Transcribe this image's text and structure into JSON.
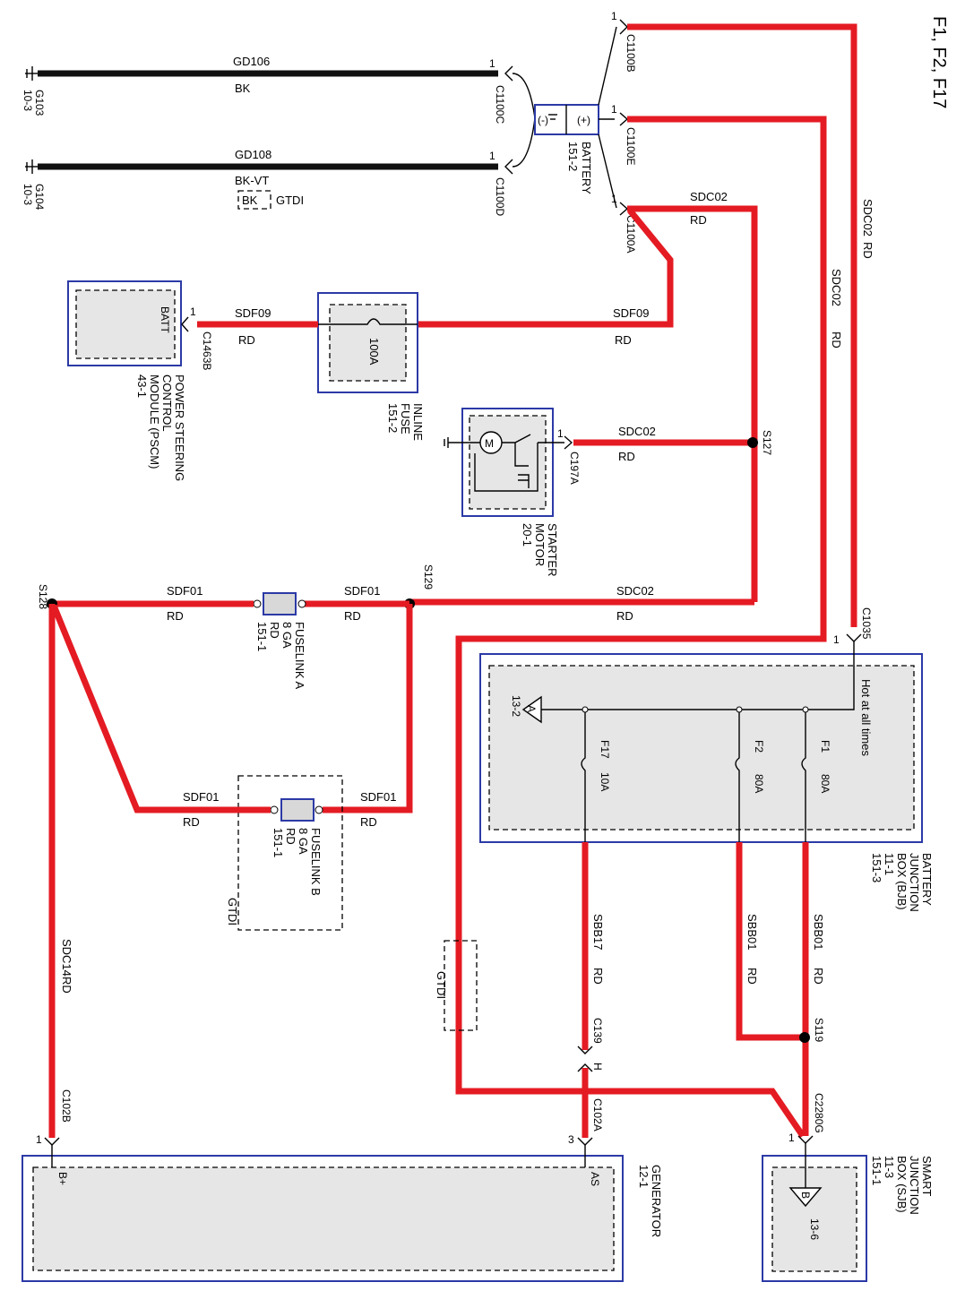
{
  "title": "F1, F2, F17",
  "grounds": [
    {
      "id": "G103",
      "ref": "10-3",
      "circuit": "GD106",
      "color": "BK",
      "pin": "1",
      "connector": "C1100C"
    },
    {
      "id": "G104",
      "ref": "10-3",
      "circuit": "GD108",
      "color": "BK-VT",
      "alt_color": "BK",
      "variant": "GTDI",
      "pin": "1",
      "connector": "C1100D"
    }
  ],
  "battery": {
    "name": "BATTERY",
    "ref": "151-2",
    "plus": "(+)",
    "minus": "(-)",
    "connectors": [
      {
        "pin": "1",
        "name": "C1100B"
      },
      {
        "pin": "1",
        "name": "C1100E"
      },
      {
        "pin": "1",
        "name": "C1100A"
      }
    ]
  },
  "pscm": {
    "name_lines": [
      "POWER STEERING",
      "CONTROL",
      "MODULE (PSCM)",
      "43-1"
    ],
    "pin_label": "BATT",
    "pin": "1",
    "connector": "C1463B"
  },
  "inline_fuse": {
    "name_lines": [
      "INLINE",
      "FUSE",
      "151-2"
    ],
    "rating": "100A"
  },
  "starter": {
    "name_lines": [
      "STARTER",
      "MOTOR",
      "20-1"
    ],
    "pin": "1",
    "connector": "C197A"
  },
  "fuselink_a": {
    "name_lines": [
      "FUSELINK A",
      "8 GA",
      "RD",
      "151-1"
    ]
  },
  "fuselink_b": {
    "name_lines": [
      "FUSELINK B",
      "8 GA",
      "RD",
      "151-1"
    ],
    "variant": "GTDI"
  },
  "gtdi_label": "GTDI",
  "splices": {
    "s127": "S127",
    "s128": "S128",
    "s129": "S129",
    "s119": "S119"
  },
  "wires": {
    "sdc02": "SDC02",
    "sdf09": "SDF09",
    "sdf01": "SDF01",
    "sdc14": "SDC14",
    "sbb17": "SBB17",
    "sbb01": "SBB01",
    "rd": "RD"
  },
  "bjb": {
    "name_lines": [
      "BATTERY",
      "JUNCTION",
      "BOX (BJB)",
      "11-1",
      "151-3"
    ],
    "hot_label": "Hot at all times",
    "ground_ref": "13-2",
    "ground_letter": "A",
    "connector_pin": "1",
    "connector": "C1035",
    "fuses": [
      {
        "name": "F1",
        "rating": "80A"
      },
      {
        "name": "F2",
        "rating": "80A"
      },
      {
        "name": "F17",
        "rating": "10A"
      }
    ]
  },
  "sjb": {
    "name_lines": [
      "SMART",
      "JUNCTION",
      "BOX (SJB)",
      "11-3",
      "151-1"
    ],
    "ground_ref": "13-6",
    "ground_letter": "B",
    "pin": "1",
    "connector": "C2280G"
  },
  "generator": {
    "name_lines": [
      "GENERATOR",
      "12-1"
    ],
    "bplus": "B+",
    "as": "AS",
    "bplus_pin": "1",
    "bplus_connector": "C102B",
    "as_pin": "3",
    "as_connector": "C102A"
  },
  "inline_connector": {
    "name": "C139",
    "pin": "H"
  }
}
